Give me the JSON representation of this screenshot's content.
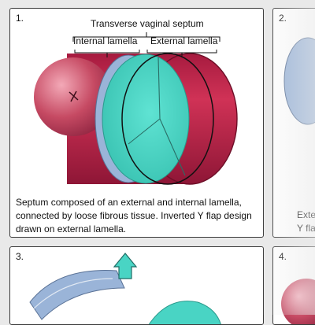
{
  "panels": [
    {
      "number": "1.",
      "labels": {
        "septum": "Transverse vaginal septum",
        "internal": "Internal lamella",
        "external": "External lamella"
      },
      "caption": "Septum composed of an external and internal lamella, connected by loose fibrous tissue. Inverted Y flap design drawn on external lamella."
    },
    {
      "number": "2.",
      "caption_lines": [
        "Exte",
        "Y fla"
      ]
    },
    {
      "number": "3."
    },
    {
      "number": "4."
    }
  ],
  "colors": {
    "tube": "#c2234a",
    "tube_dark": "#8e1636",
    "cervix": "#c64a63",
    "lamella": "#49d4c4",
    "internal_lamella": "#9ab4d8",
    "panel_border": "#3a3a3a"
  }
}
